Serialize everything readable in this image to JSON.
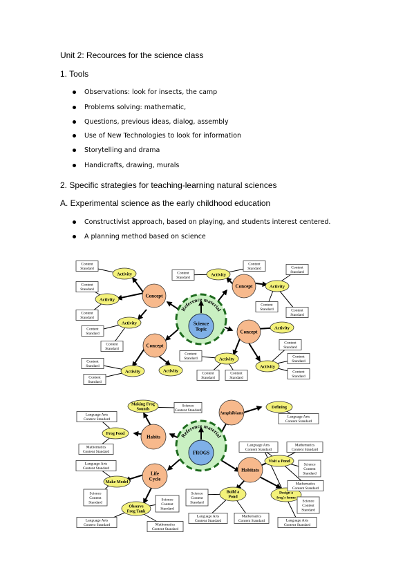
{
  "unit_title": "Unit 2: Recources for the science class",
  "section1_title": "1. Tools",
  "tools": [
    "Observations: look for insects, the camp",
    "Problems solving: mathematic,",
    "Questions, previous ideas, dialog, assembly",
    "Use of New Technologies to look for information",
    "Storytelling and drama",
    "Handicrafts, drawing, murals"
  ],
  "section2_title": "2. Specific strategies for teaching-learning natural sciences",
  "sectionA_title": "A. Experimental science as the early childhood education",
  "strategies": [
    "Constructivist approach, based on playing, and students interest centered.",
    "A planning method based on science"
  ],
  "diagram1": {
    "center": [
      "Science",
      "Topic"
    ],
    "ring": "Reference material",
    "concept": "Concept",
    "activity": "Activity",
    "content_standard": [
      "Content",
      "Standard"
    ]
  },
  "diagram2": {
    "center": "FROGS",
    "ring": "Reference material",
    "habits": "Habits",
    "amphibians": "Amphibians",
    "life_cycle": [
      "Life",
      "Cycle"
    ],
    "habitats": "Habitats",
    "making_frog_sounds": [
      "Making Frog",
      "Sounds"
    ],
    "frog_food": "Frog Food",
    "make_model": "Make Model",
    "observe_frog_tank": [
      "Observe",
      "Frog Tank"
    ],
    "defining": "Defining",
    "visit_a_pond": "Visit a Pond",
    "build_a_pond": [
      "Build a",
      "Pond"
    ],
    "design_a_frogs_home": [
      "Design a",
      "frog's home"
    ],
    "science_content_standard_1line": [
      "Science",
      "Content Standard"
    ],
    "science_content_standard_3line": [
      "Science",
      "Content",
      "Standard"
    ],
    "language_arts_content_standard": [
      "Language Arts",
      "Content Standard"
    ],
    "mathematics_content_standard": [
      "Mathematics",
      "Content Standard"
    ]
  },
  "colors": {
    "concept_fill": "#f7b98c",
    "activity_fill": "#f4f27a",
    "center_fill": "#7fb0e8",
    "ring_fill": "#c9f0c2",
    "ring_stroke": "#1f6b1f"
  }
}
